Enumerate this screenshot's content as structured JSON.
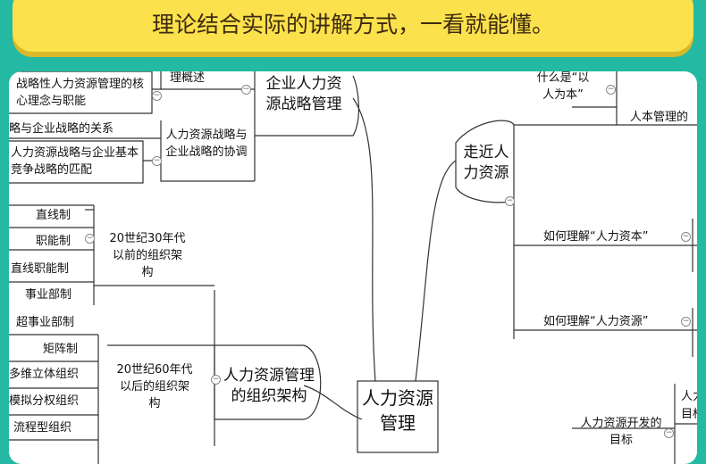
{
  "banner": {
    "text": "理论结合实际的讲解方式，一看就能懂。"
  },
  "colors": {
    "background": "#23b9a3",
    "banner": "#fbe14b",
    "line": "#333333"
  },
  "nodes": {
    "center": "人力资源管理",
    "hr_strategy": "企业人力资源战略管理",
    "concept_overview": "理概述",
    "strategy_core": "战略性人力资源管理的核心理念与职能",
    "strategy_relation": "略与企业战略的关系",
    "strategy_coordination": "人力资源战略与企业战略的协调",
    "strategy_match": "人力资源战略与企业基本竞争战略的匹配",
    "approach_hr": "走近人力资源",
    "people_oriented_q": "什么是“以人为本”",
    "people_mgmt": "人本管理的",
    "human_capital": "如何理解“人力资本”",
    "human_resource": "如何理解“人力资源”",
    "org_structure": "人力资源管理的组织架构",
    "era30": "20世纪30年代以前的组织架构",
    "era60": "20世纪60年代以后的组织架构",
    "s1": "直线制",
    "s2": "职能制",
    "s3": "直线职能制",
    "s4": "事业部制",
    "s5": "超事业部制",
    "s6": "矩阵制",
    "s7": "多维立体组织",
    "s8": "模拟分权组织",
    "s9": "流程型组织",
    "dev_goal": "人力资源开发的目标",
    "right_edge_1": "人力",
    "right_edge_2": "目标"
  }
}
